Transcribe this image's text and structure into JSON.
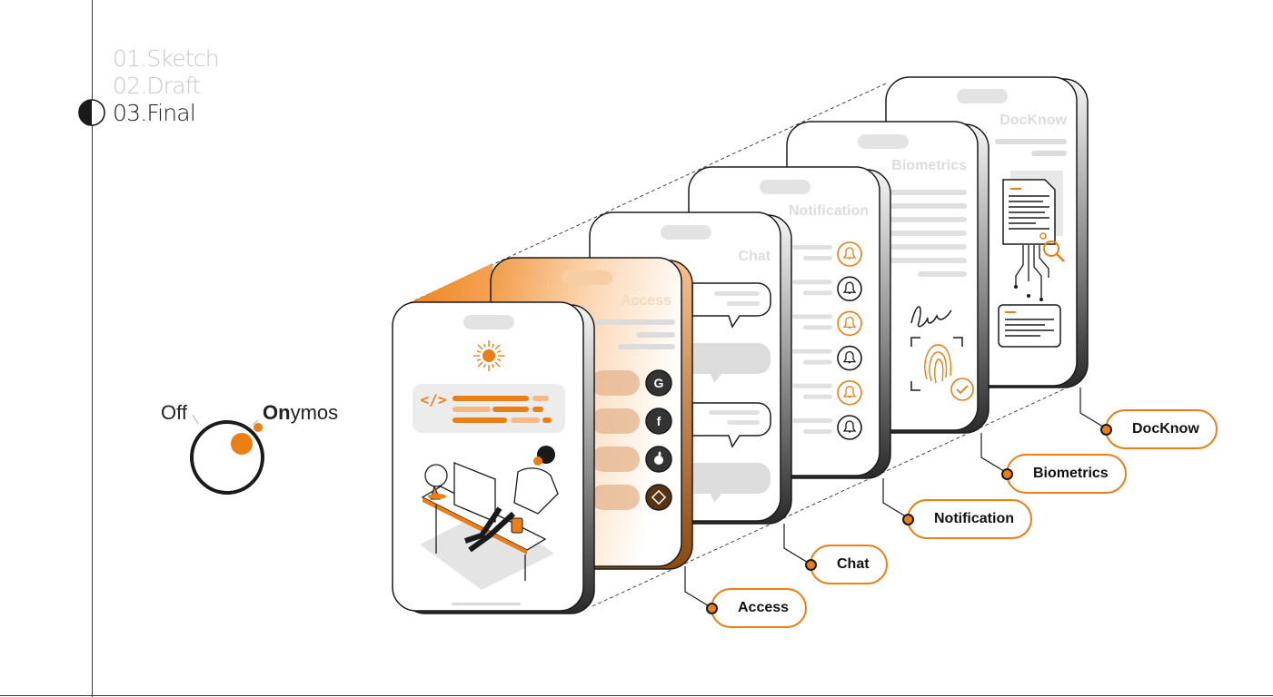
{
  "steps": [
    {
      "label": "01.Sketch",
      "active": false
    },
    {
      "label": "02.Draft",
      "active": false
    },
    {
      "label": "03.Final",
      "active": true
    }
  ],
  "brand": {
    "off": "Off",
    "on_bold": "On",
    "on_rest": "ymos"
  },
  "screens": {
    "access": "Access",
    "chat": "Chat",
    "notification": "Notification",
    "biometrics": "Biometrics",
    "docknow": "DocKnow"
  },
  "labels": {
    "access": "Access",
    "chat": "Chat",
    "notification": "Notification",
    "biometrics": "Biometrics",
    "docknow": "DocKnow"
  },
  "colors": {
    "accent": "#ee7d12",
    "accent_light": "#f6b984",
    "ink": "#1a1a1a",
    "ghost": "#d6d6d6"
  },
  "icons": [
    "sun-icon",
    "code-icon",
    "google-icon",
    "facebook-icon",
    "apple-icon",
    "binance-icon",
    "bell-icon",
    "fingerprint-icon",
    "check-icon",
    "document-icon",
    "magnifier-icon"
  ]
}
